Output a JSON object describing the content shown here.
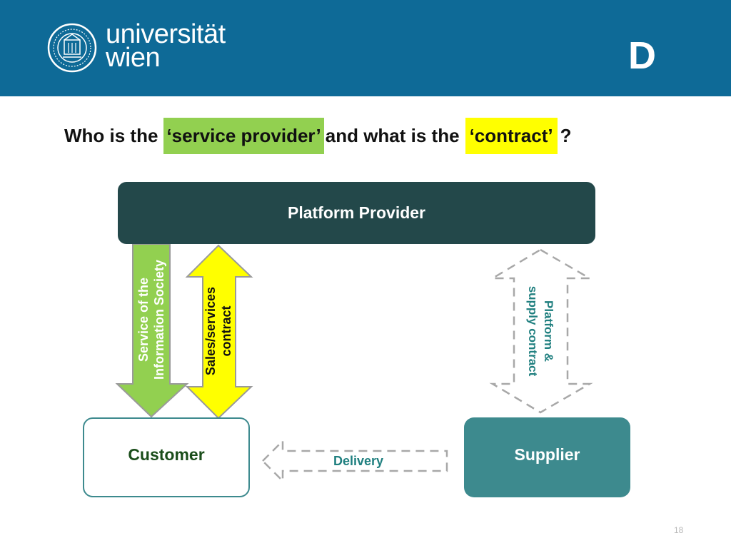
{
  "header": {
    "logo_line1": "universität",
    "logo_line2": "wien",
    "slide_letter": "D"
  },
  "question": {
    "part1": "Who is the",
    "highlight1": "‘service provider’",
    "part2": "and what is the",
    "highlight2": "‘contract’",
    "part3": "?"
  },
  "diagram": {
    "platform_label": "Platform Provider",
    "customer_label": "Customer",
    "supplier_label": "Supplier",
    "arrow_service_line1": "Service of the",
    "arrow_service_line2": "Information Society",
    "arrow_sales_line1": "Sales/services",
    "arrow_sales_line2": "contract",
    "arrow_platform_line1": "Platform &",
    "arrow_platform_line2": "supply contract",
    "delivery_label": "Delivery"
  },
  "colors": {
    "header_bg": "#0e6a97",
    "green": "#92d050",
    "yellow": "#ffff00",
    "platform_box": "#23484a",
    "teal": "#3d8a8e"
  },
  "page_number": "18"
}
